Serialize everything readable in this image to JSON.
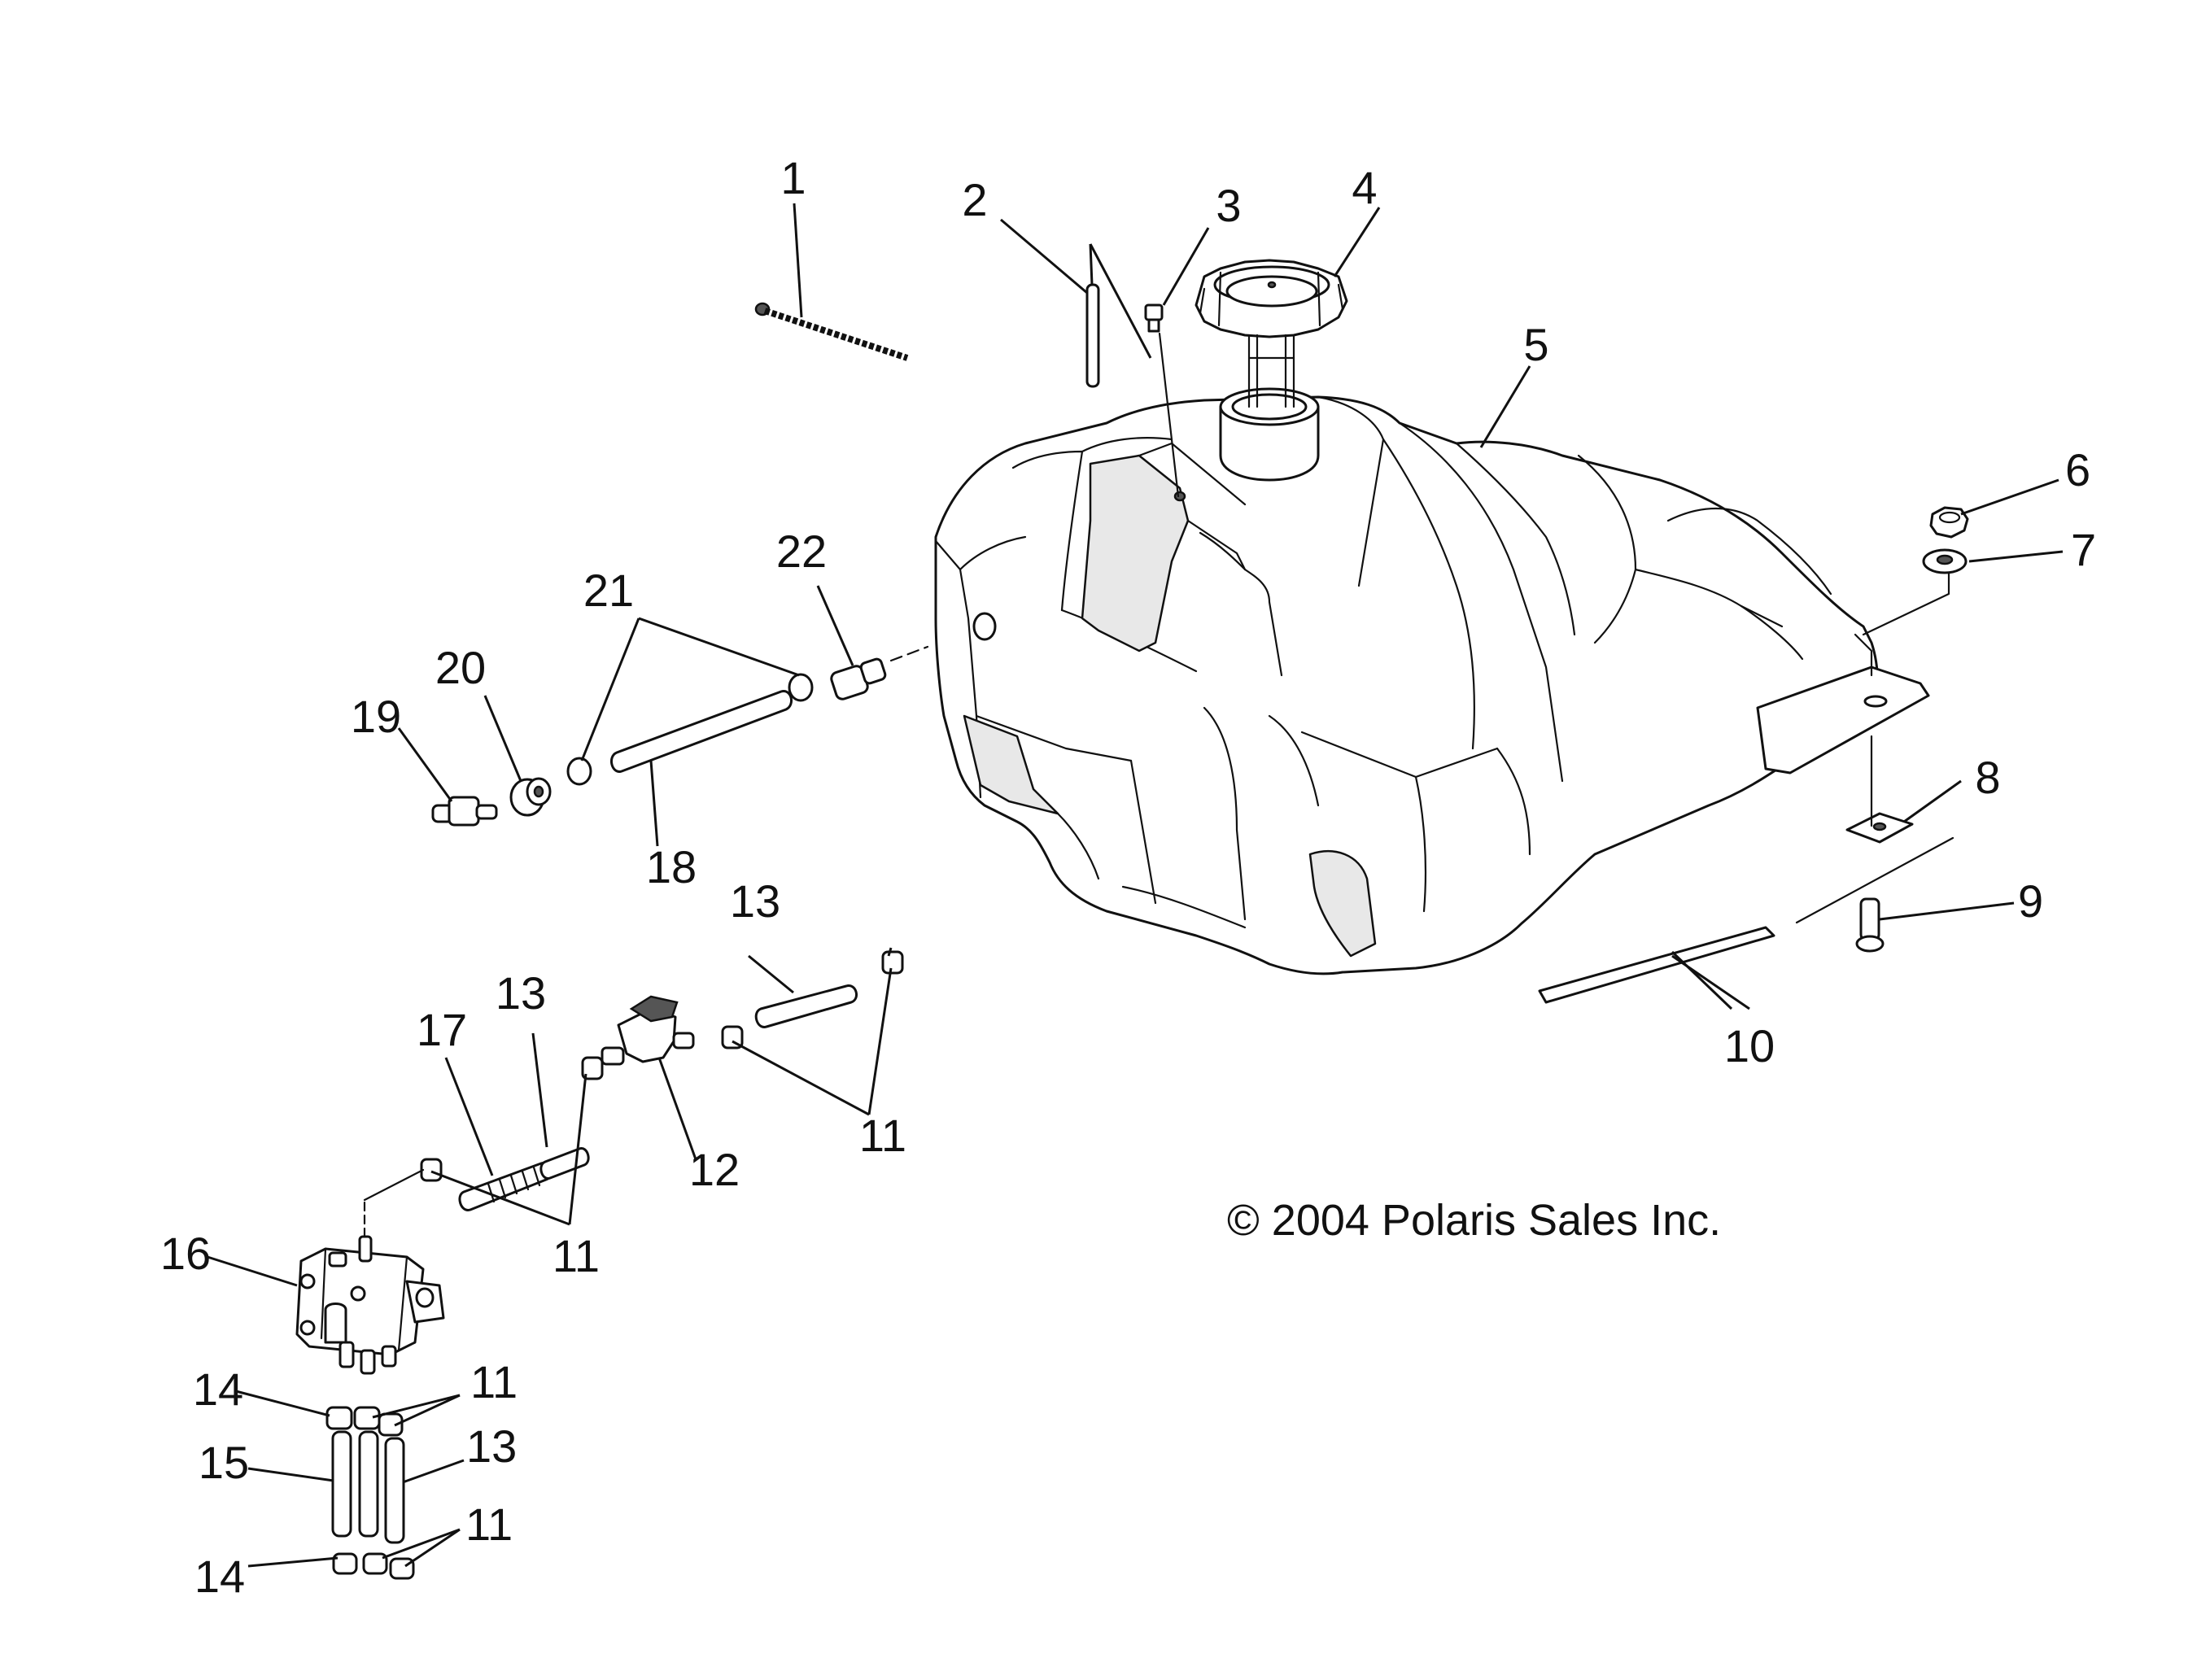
{
  "diagram": {
    "copyright": "© 2004 Polaris Sales Inc.",
    "callouts": {
      "c1": "1",
      "c2": "2",
      "c3": "3",
      "c4": "4",
      "c5": "5",
      "c6": "6",
      "c7": "7",
      "c8": "8",
      "c9": "9",
      "c10": "10",
      "c11a": "11",
      "c11b": "11",
      "c11c": "11",
      "c11d": "11",
      "c12": "12",
      "c13a": "13",
      "c13b": "13",
      "c13c": "13",
      "c14a": "14",
      "c14b": "14",
      "c15": "15",
      "c16": "16",
      "c17": "17",
      "c18": "18",
      "c19": "19",
      "c20": "20",
      "c21": "21",
      "c22": "22"
    }
  }
}
